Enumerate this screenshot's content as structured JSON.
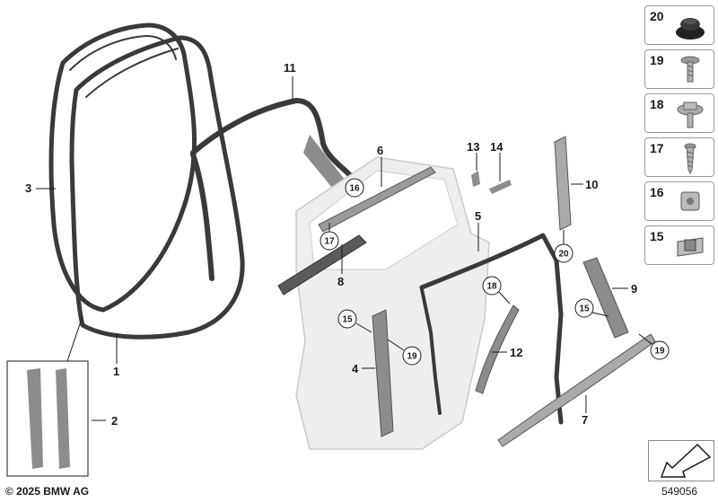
{
  "callouts": {
    "c1": "1",
    "c2": "2",
    "c3": "3",
    "c4": "4",
    "c5": "5",
    "c6": "6",
    "c7": "7",
    "c8": "8",
    "c9": "9",
    "c10": "10",
    "c11": "11",
    "c12": "12",
    "c13": "13",
    "c14": "14"
  },
  "circled": {
    "c15a": "15",
    "c15b": "15",
    "c16": "16",
    "c17": "17",
    "c18": "18",
    "c19a": "19",
    "c19b": "19",
    "c20": "20"
  },
  "sidebar": {
    "items": [
      {
        "number": "20",
        "icon": "rubber-grommet-icon"
      },
      {
        "number": "19",
        "icon": "tapping-screw-icon"
      },
      {
        "number": "18",
        "icon": "flange-screw-icon"
      },
      {
        "number": "17",
        "icon": "self-tapping-screw-icon"
      },
      {
        "number": "16",
        "icon": "clip-nut-icon"
      },
      {
        "number": "15",
        "icon": "expanding-clip-icon"
      }
    ]
  },
  "footer": {
    "copyright": "© 2025 BMW AG",
    "diagram_id": "549056"
  },
  "colors": {
    "seal": "#3a3a3a",
    "part_grey": "#8c8c8c",
    "door_fill": "#eeeeee",
    "line": "#1a1a1a"
  }
}
